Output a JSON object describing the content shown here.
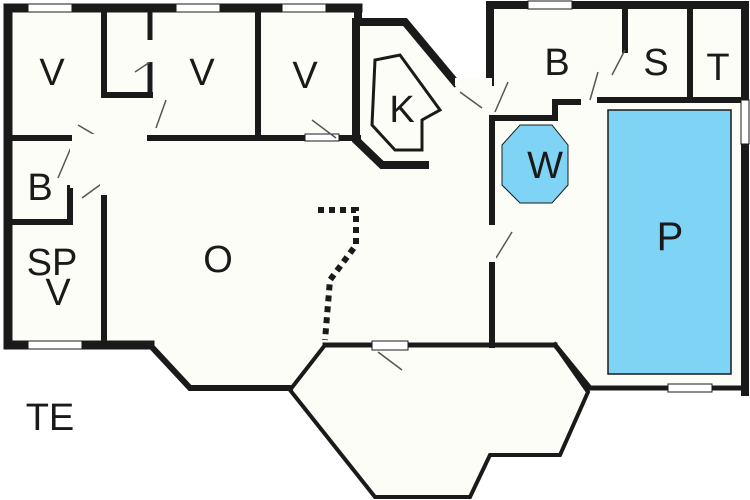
{
  "floor_plan": {
    "colors": {
      "wall": "#1a1a1a",
      "floor": "#fdfdf8",
      "background": "#ffffff",
      "water": "#7fd4f5",
      "door": "#555555",
      "window": "#ffffff"
    },
    "rooms": {
      "bedroom_1": "V",
      "bedroom_2": "V",
      "bedroom_3": "V",
      "kitchen": "K",
      "bath_left": "B",
      "bath_right": "B",
      "sauna": "S",
      "toilet": "T",
      "living": "O",
      "whirlpool": "W",
      "pool": "P",
      "play_room_line1": "SP",
      "play_room_line2": "V",
      "terrace": "TE"
    }
  }
}
